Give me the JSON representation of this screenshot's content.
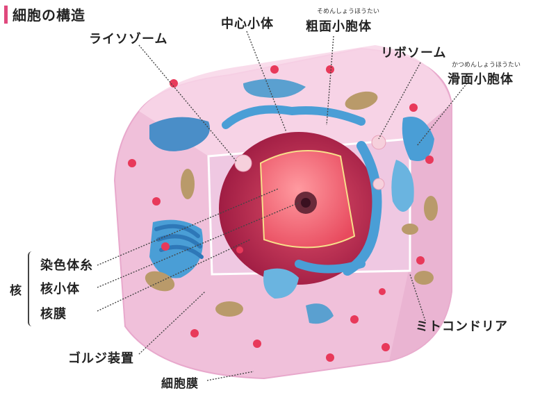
{
  "title": "細胞の構造",
  "colors": {
    "accent": "#e0487d",
    "cytoplasm": "#f0c2dc",
    "membrane_top": "#f6d3e6",
    "nucleus_outer": "#b8204a",
    "nucleus_inner": "#f06070",
    "nucleolus": "#6a2a3a",
    "er_blue": "#4a9ed6",
    "mitochondria": "#b99a6a",
    "golgi": "#2e78b8",
    "ribosome_dot": "#e8395a",
    "leader": "#444444"
  },
  "labels": {
    "lysosome": "ライソゾーム",
    "centrosome": "中心小体",
    "rough_er": "粗面小胞体",
    "rough_er_ruby": "そめんしょうほうたい",
    "ribosome": "リボソーム",
    "smooth_er": "滑面小胞体",
    "smooth_er_ruby": "かつめんしょうほうたい",
    "nucleus_group": "核",
    "chromatin": "染色体糸",
    "nucleolus": "核小体",
    "nuclear_membrane": "核膜",
    "mitochondria": "ミトコンドリア",
    "golgi": "ゴルジ装置",
    "cell_membrane": "細胞膜"
  }
}
